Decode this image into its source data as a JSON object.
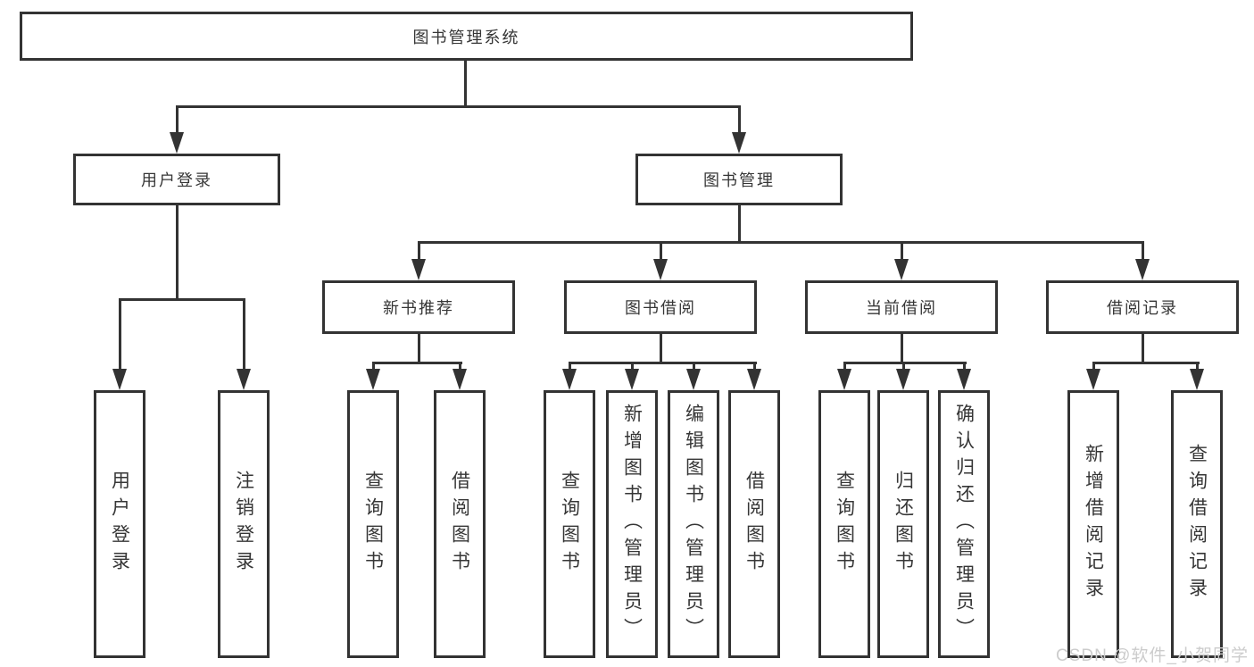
{
  "colors": {
    "line": "#333333",
    "text": "#363636",
    "background": "#ffffff",
    "watermark": "#cccccc"
  },
  "watermark": {
    "text": "CSDN @软件_小贺同学"
  },
  "diagram": {
    "root": {
      "label": "图书管理系统"
    },
    "branches": [
      {
        "label": "用户登录",
        "leaves": [
          {
            "label": "用户登录"
          },
          {
            "label": "注销登录"
          }
        ]
      },
      {
        "label": "图书管理",
        "groups": [
          {
            "label": "新书推荐",
            "leaves": [
              {
                "label": "查询图书"
              },
              {
                "label": "借阅图书"
              }
            ]
          },
          {
            "label": "图书借阅",
            "leaves": [
              {
                "label": "查询图书"
              },
              {
                "label": "新增图书（管理员）"
              },
              {
                "label": "编辑图书（管理员）"
              },
              {
                "label": "借阅图书"
              }
            ]
          },
          {
            "label": "当前借阅",
            "leaves": [
              {
                "label": "查询图书"
              },
              {
                "label": "归还图书"
              },
              {
                "label": "确认归还（管理员）"
              }
            ]
          },
          {
            "label": "借阅记录",
            "leaves": [
              {
                "label": "新增借阅记录"
              },
              {
                "label": "查询借阅记录"
              }
            ]
          }
        ]
      }
    ]
  }
}
